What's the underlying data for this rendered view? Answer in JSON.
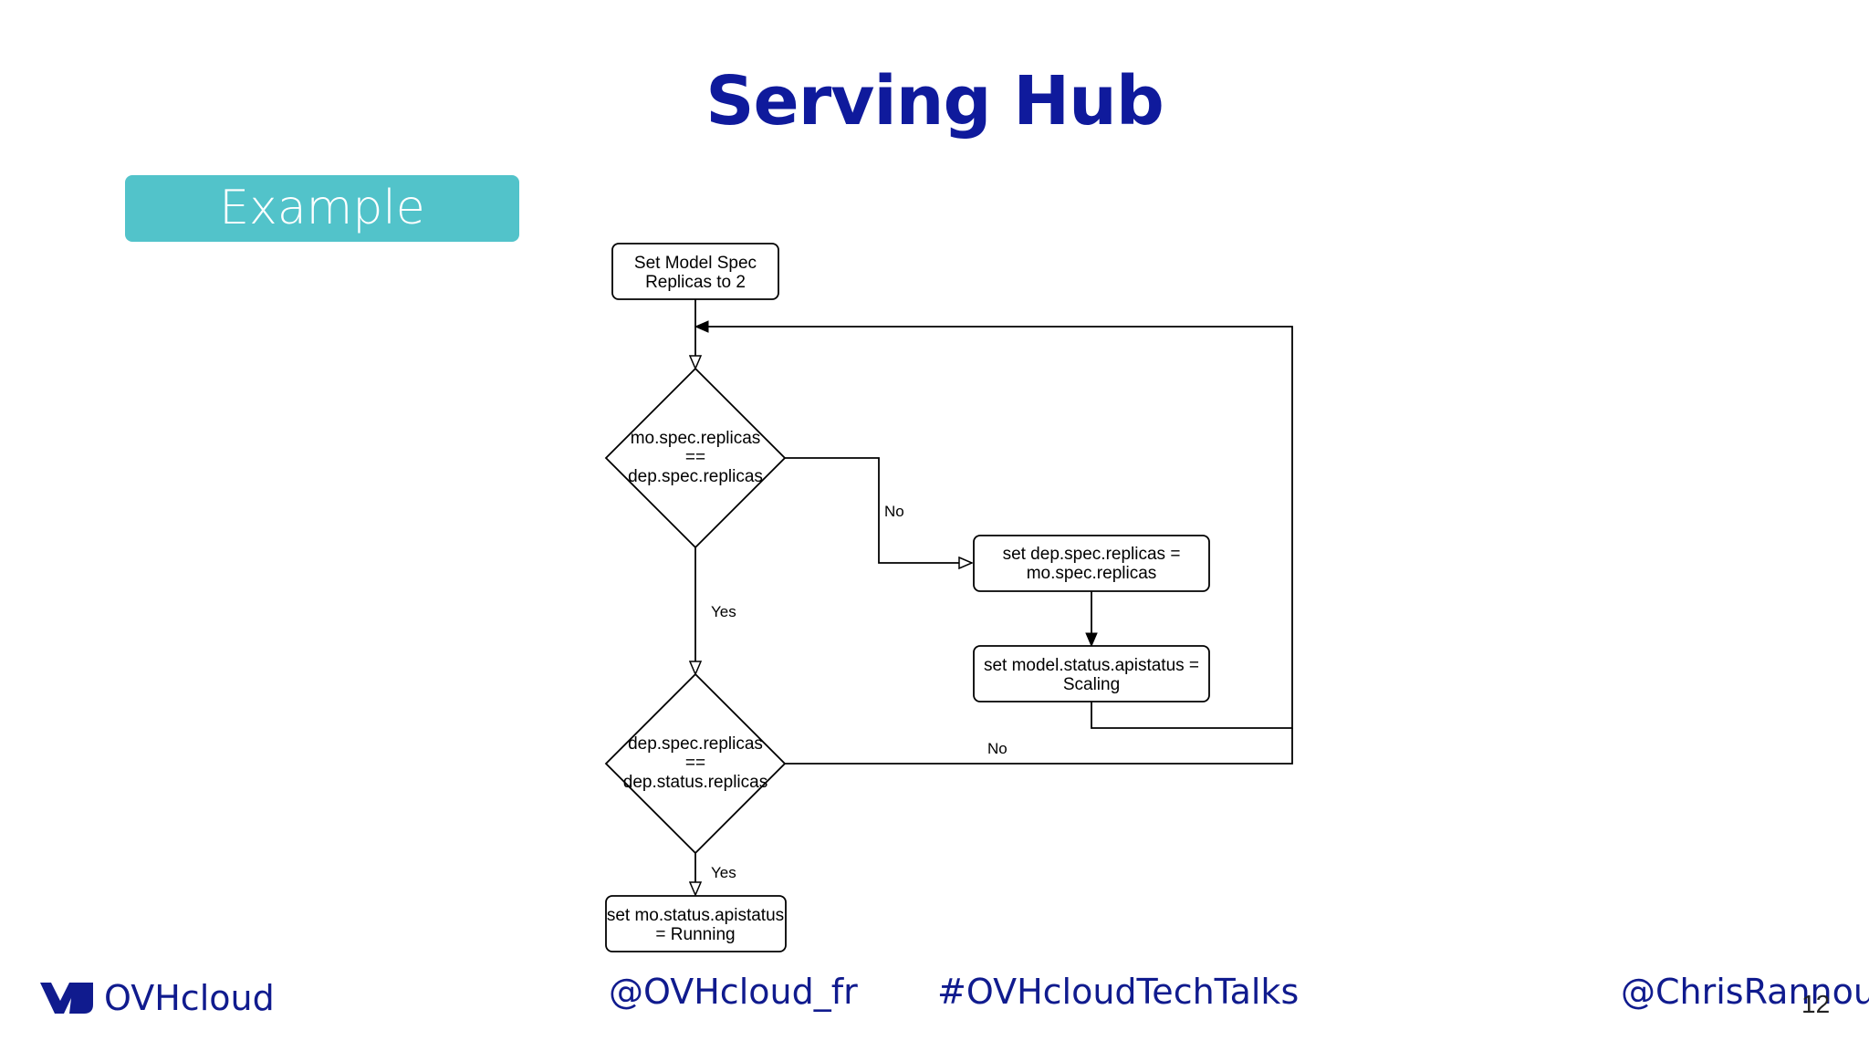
{
  "slide": {
    "title": "Serving Hub",
    "tag": "Example",
    "page_number": "12"
  },
  "diagram": {
    "nodes": {
      "start": [
        "Set Model Spec",
        "Replicas to 2"
      ],
      "decision1": [
        "mo.spec.replicas",
        "==",
        "dep.spec.replicas"
      ],
      "set_dep": [
        "set dep.spec.replicas =",
        "mo.spec.replicas"
      ],
      "set_scaling": [
        "set model.status.apistatus =",
        "Scaling"
      ],
      "decision2": [
        "dep.spec.replicas",
        "==",
        "dep.status.replicas"
      ],
      "set_running": [
        "set mo.status.apistatus",
        "= Running"
      ]
    },
    "edges": {
      "d1_no": "No",
      "d1_yes": "Yes",
      "d2_no": "No",
      "d2_yes": "Yes"
    }
  },
  "footer": {
    "brand": "OVHcloud",
    "handle_company": "@OVHcloud_fr",
    "hashtag": "#OVHcloudTechTalks",
    "handle_speaker": "@ChrisRannou"
  },
  "colors": {
    "title": "#0f1a9c",
    "tag_background": "#52c3ca",
    "footer_text": "#101b8e"
  }
}
